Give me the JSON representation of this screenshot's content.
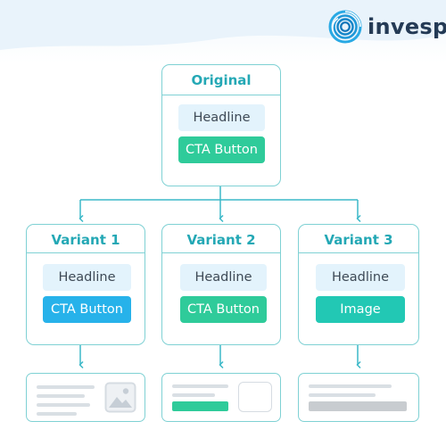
{
  "brand": {
    "name": "invesp",
    "logo_icon": "spiral-circle-icon",
    "colors": {
      "logo_outer": "#29a9e4",
      "logo_inner": "#1585c8",
      "wordmark": "#243a55"
    }
  },
  "original": {
    "title": "Original",
    "headline": "Headline",
    "cta": "CTA Button"
  },
  "variants": [
    {
      "title": "Variant 1",
      "headline": "Headline",
      "cta": "CTA Button",
      "cta_color": "#27b2ea"
    },
    {
      "title": "Variant 2",
      "headline": "Headline",
      "cta": "CTA Button",
      "cta_color": "#2fcb9a"
    },
    {
      "title": "Variant 3",
      "headline": "Headline",
      "cta": "Image",
      "cta_color": "#22c8b4"
    }
  ],
  "thumbnails": [
    {
      "icon": "image-placeholder-icon"
    },
    {
      "icon": "image-frame-icon"
    },
    {
      "icon": "none"
    }
  ],
  "colors": {
    "card_border": "#7fd1d4",
    "title": "#24a8b5",
    "headline_bg": "#e3f3fc",
    "connector": "#3cb8c8"
  }
}
